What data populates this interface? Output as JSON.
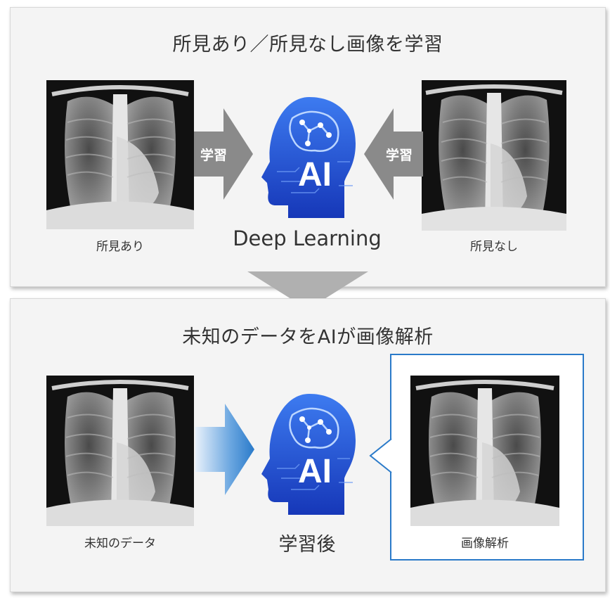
{
  "top_panel": {
    "title": "所見あり／所見なし画像を学習",
    "left_image_caption": "所見あり",
    "right_image_caption": "所見なし",
    "left_arrow_label": "学習",
    "right_arrow_label": "学習",
    "center_label": "Deep Learning",
    "ai_badge": "AI"
  },
  "bottom_panel": {
    "title": "未知のデータをAIが画像解析",
    "left_image_caption": "未知のデータ",
    "right_image_caption": "画像解析",
    "center_label": "学習後",
    "ai_badge": "AI"
  },
  "colors": {
    "ai_blue": "#1f4fd6",
    "arrow_gray": "#8a8a8a",
    "callout_border": "#2a7ac9"
  }
}
